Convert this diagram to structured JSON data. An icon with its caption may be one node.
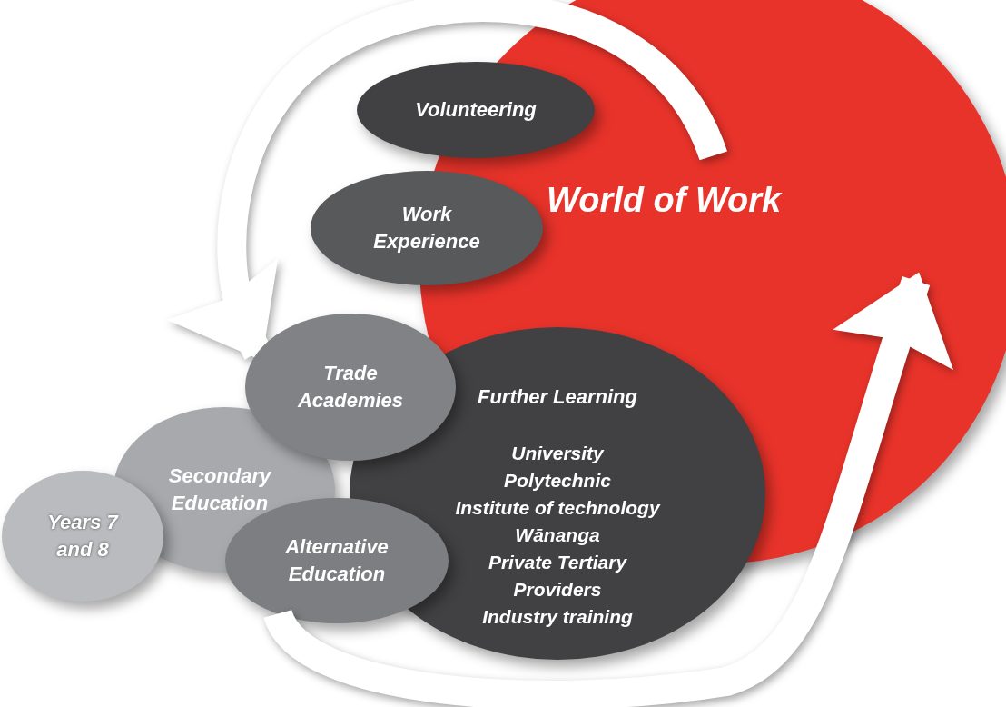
{
  "diagram": {
    "nodes": [
      {
        "text": [
          "World of Work"
        ]
      },
      {
        "text": [
          "Volunteering"
        ]
      },
      {
        "text": [
          "Work Experience"
        ]
      },
      {
        "text": [
          "Trade Academies"
        ]
      },
      {
        "text": [
          "Secondary Education"
        ]
      },
      {
        "text": [
          "Years 7 and 8"
        ]
      },
      {
        "text": [
          "Alternative Education"
        ]
      },
      {
        "text": [
          "Further Learning",
          "University",
          "Polytechnic",
          "Institute of technology",
          "Wānanga",
          "Private Tertiary Providers",
          "Industry training"
        ]
      }
    ],
    "edges": [
      {
        "from": 0,
        "to": 3,
        "arrow": "to"
      },
      {
        "from": 6,
        "to": 0,
        "arrow": "to"
      }
    ]
  }
}
